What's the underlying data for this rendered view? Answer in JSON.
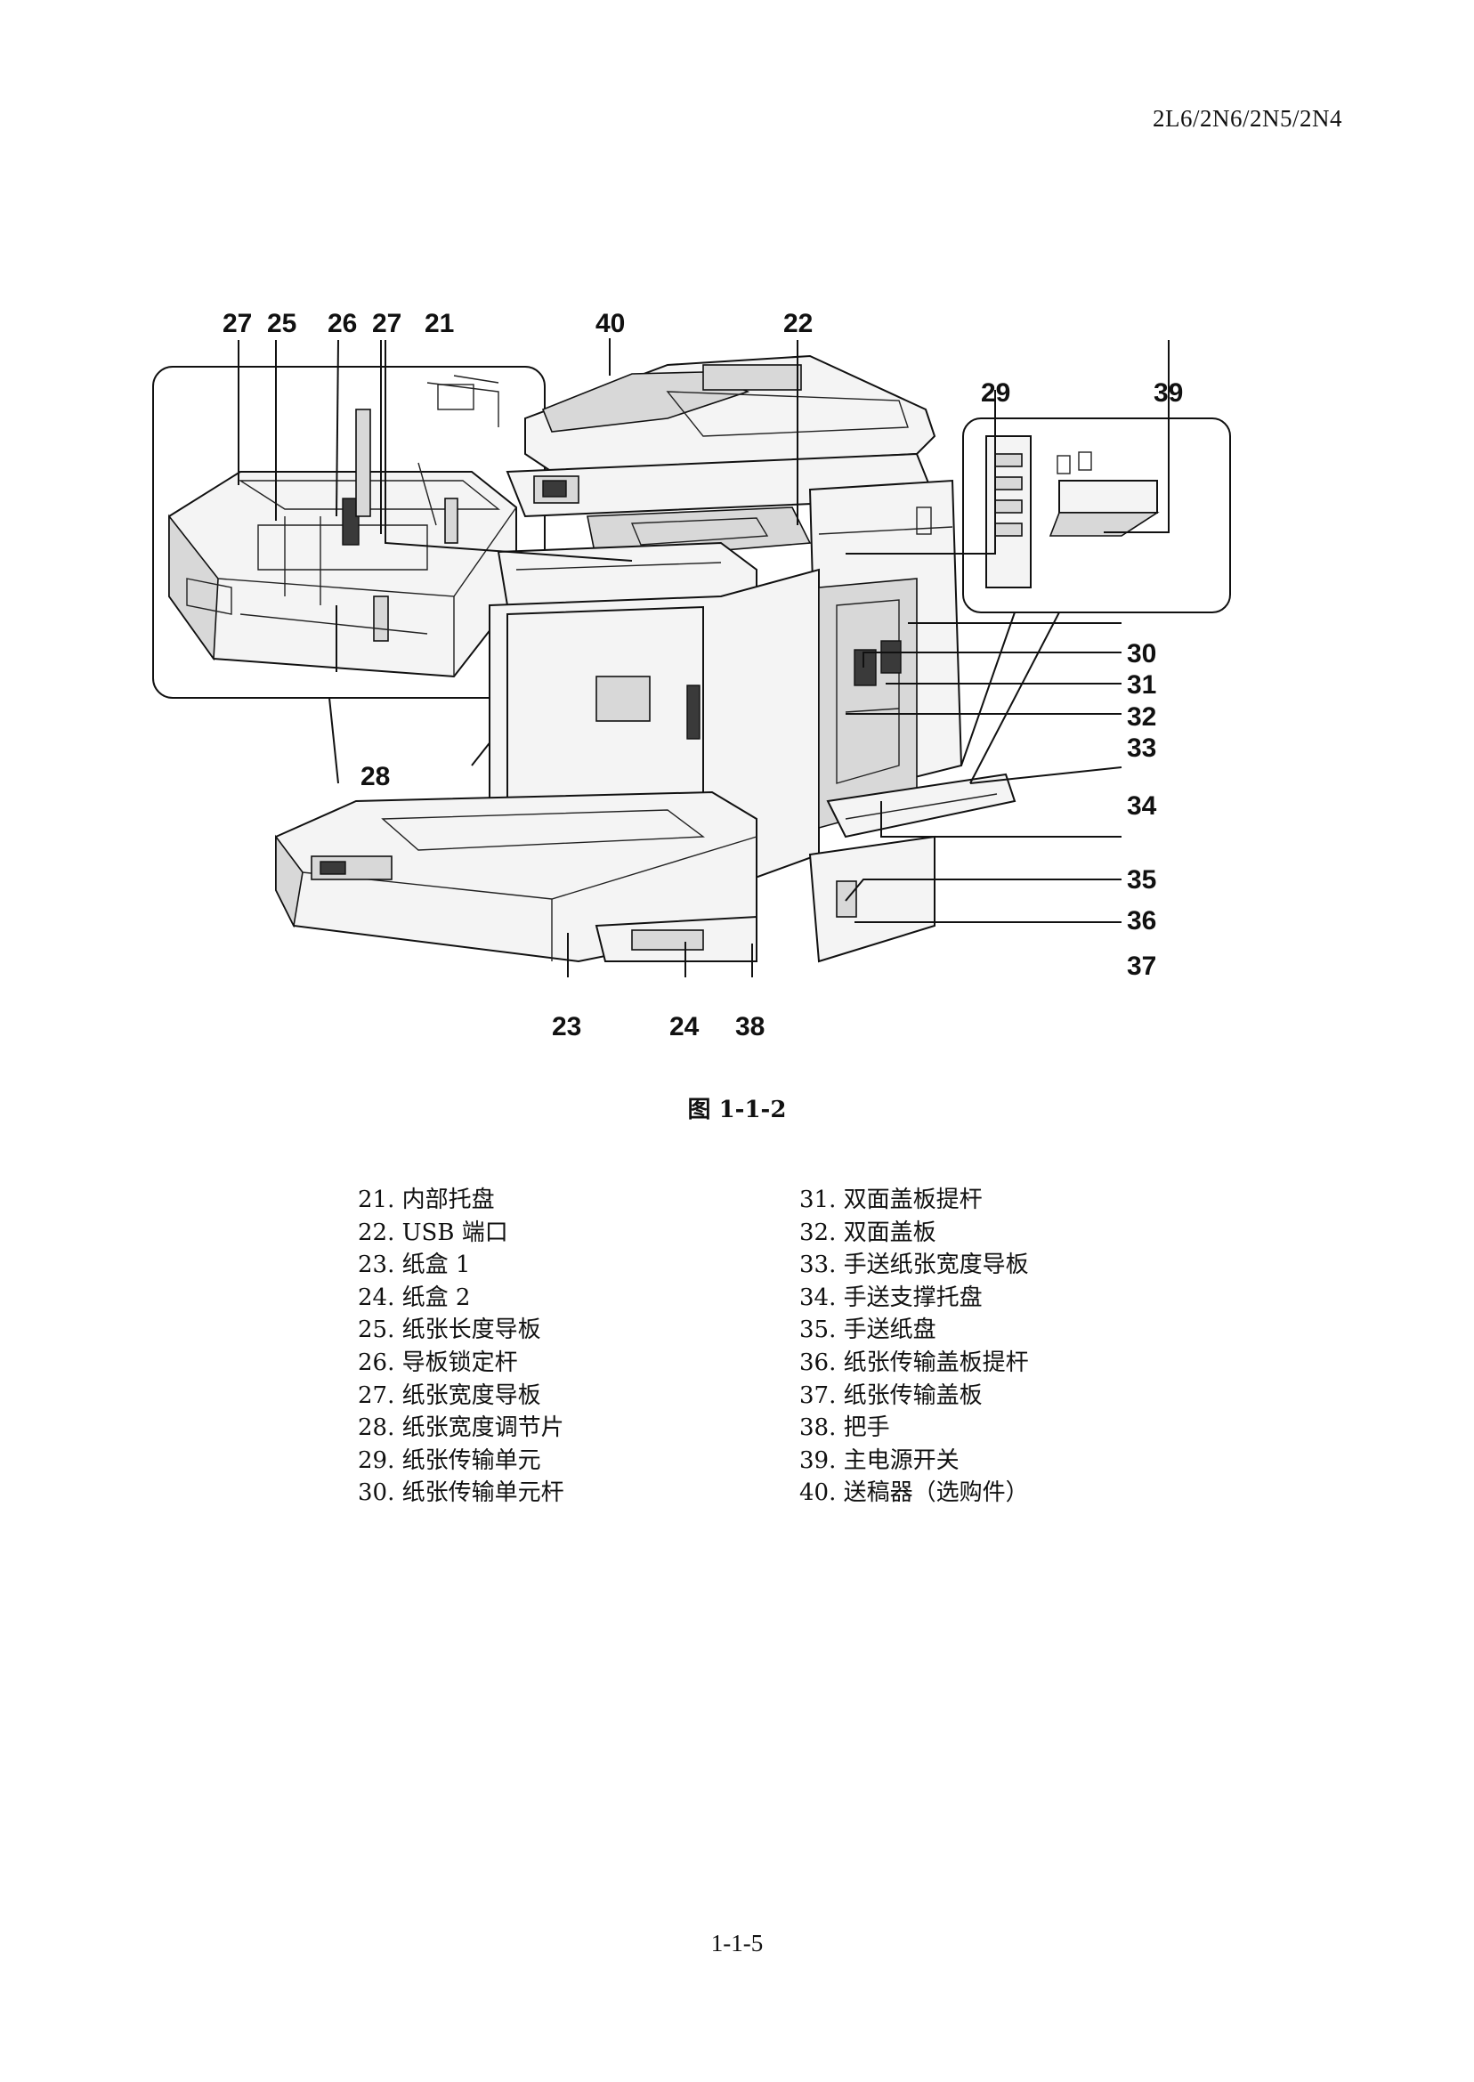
{
  "header": {
    "model_code": "2L6/2N6/2N5/2N4"
  },
  "figure": {
    "caption": "图 1-1-2",
    "callouts": {
      "c27a": "27",
      "c25": "25",
      "c26": "26",
      "c27b": "27",
      "c21": "21",
      "c40": "40",
      "c22": "22",
      "c29": "29",
      "c39": "39",
      "c30": "30",
      "c31": "31",
      "c32": "32",
      "c33": "33",
      "c28": "28",
      "c34": "34",
      "c35": "35",
      "c36": "36",
      "c37": "37",
      "c23": "23",
      "c24": "24",
      "c38": "38"
    }
  },
  "legend": {
    "left": [
      "21. 内部托盘",
      "22. USB 端口",
      "23. 纸盒 1",
      "24. 纸盒 2",
      "25. 纸张长度导板",
      "26. 导板锁定杆",
      "27. 纸张宽度导板",
      "28. 纸张宽度调节片",
      "29. 纸张传输单元",
      "30. 纸张传输单元杆"
    ],
    "right": [
      "31. 双面盖板提杆",
      "32. 双面盖板",
      "33. 手送纸张宽度导板",
      "34. 手送支撑托盘",
      "35. 手送纸盘",
      "36. 纸张传输盖板提杆",
      "37. 纸张传输盖板",
      "38. 把手",
      "39. 主电源开关",
      "40. 送稿器（选购件）"
    ]
  },
  "footer": {
    "page_number": "1-1-5"
  }
}
